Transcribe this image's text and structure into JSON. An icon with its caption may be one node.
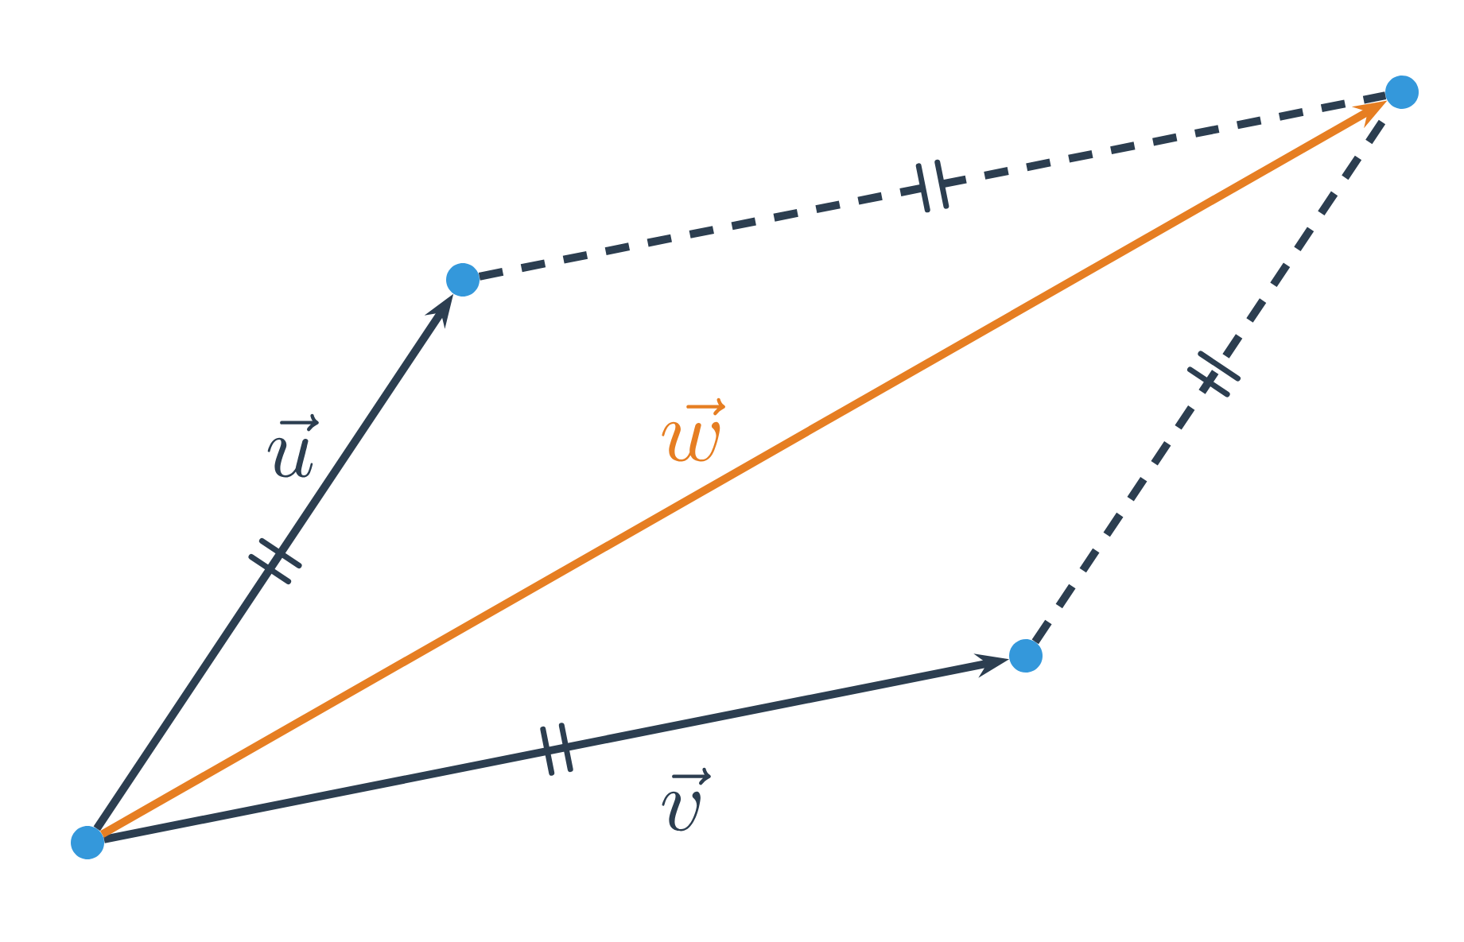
{
  "diagram": {
    "nodes": [
      {
        "text": [],
        "shape": "circle"
      },
      {
        "text": [],
        "shape": "circle"
      },
      {
        "text": [],
        "shape": "circle"
      },
      {
        "text": [],
        "shape": "circle"
      }
    ],
    "edges": [
      {
        "from": 0,
        "to": 1,
        "arrow": "to",
        "label": "\\vec{u}"
      },
      {
        "from": 0,
        "to": 2,
        "arrow": "to",
        "label": "\\vec{v}"
      },
      {
        "from": 1,
        "to": 3,
        "arrow": "none",
        "style": "dashed"
      },
      {
        "from": 2,
        "to": 3,
        "arrow": "none",
        "style": "dashed"
      },
      {
        "from": 0,
        "to": 3,
        "arrow": "to",
        "label": "\\vec{w}",
        "color": "#e67e22"
      }
    ]
  }
}
